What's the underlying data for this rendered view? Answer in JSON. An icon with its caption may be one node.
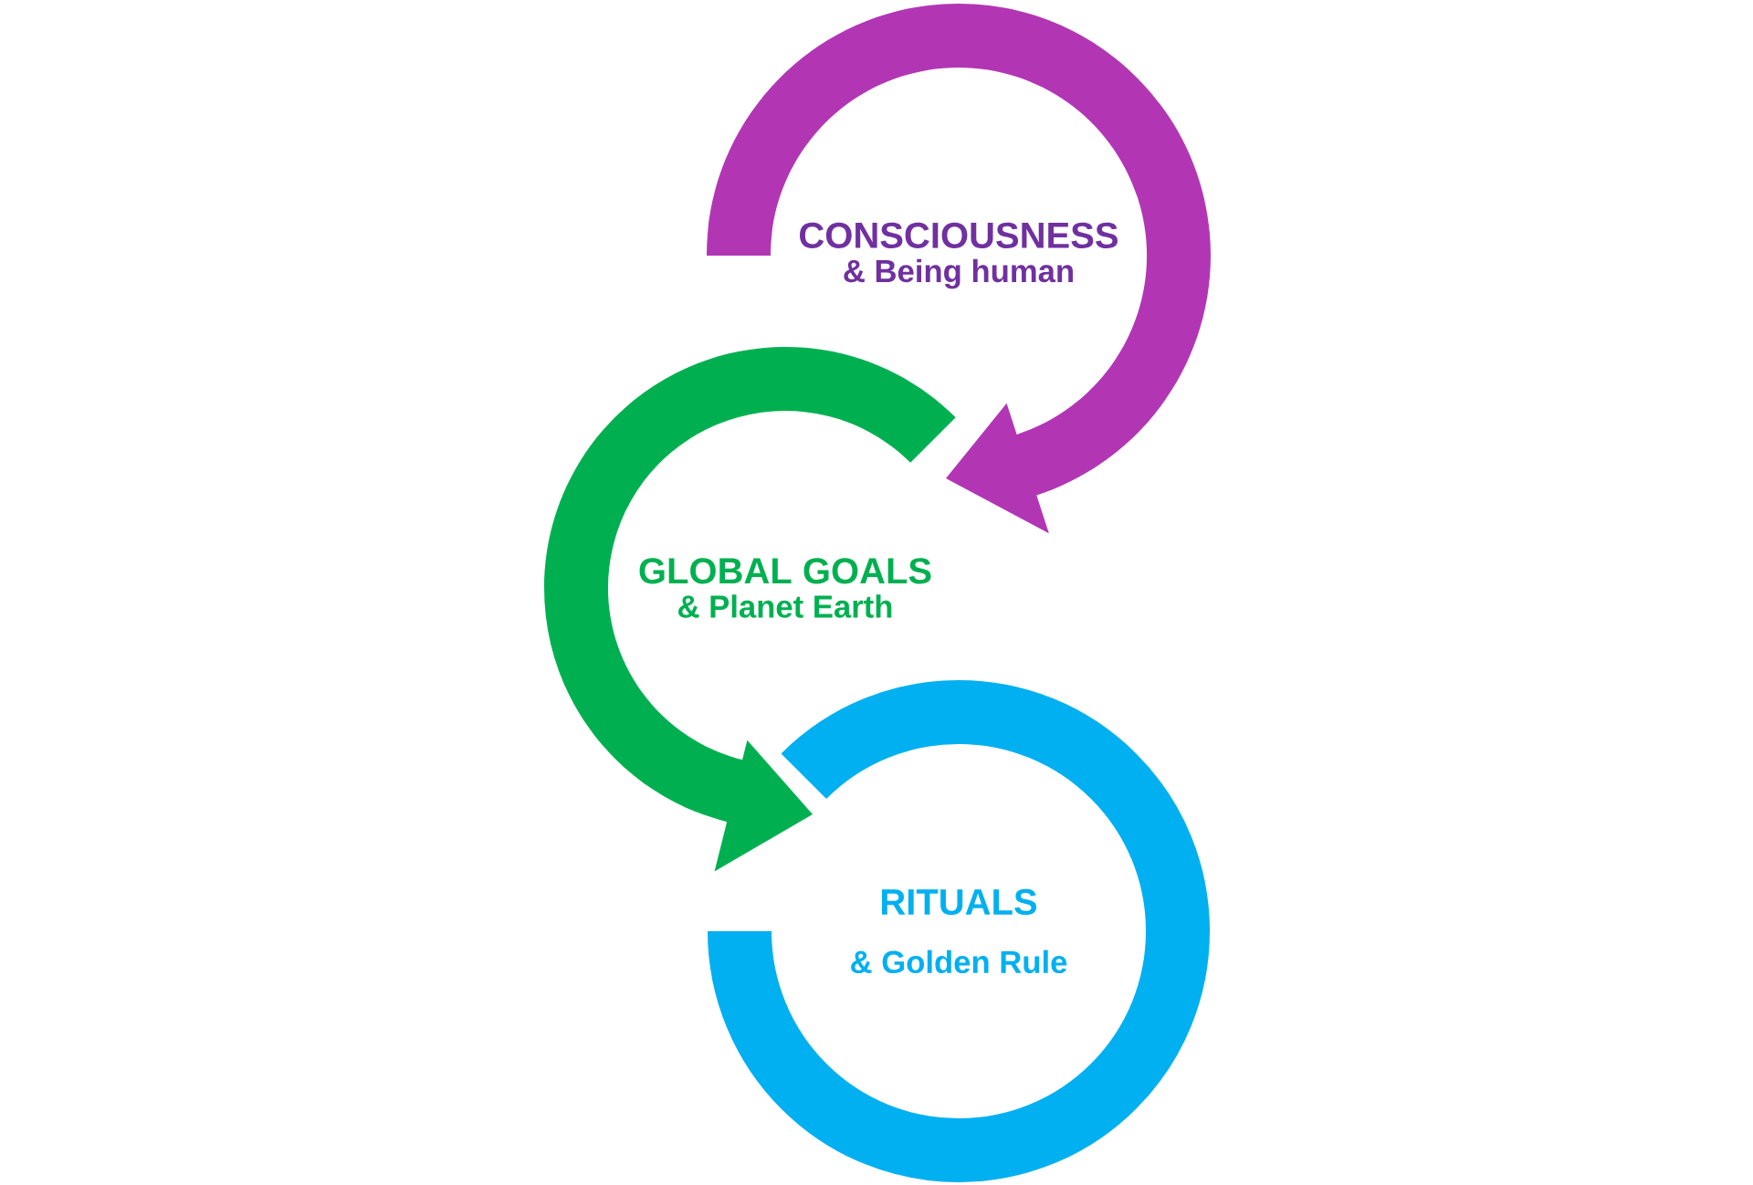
{
  "diagram": {
    "nodes": [
      {
        "text": [
          "CONSCIOUSNESS",
          "& Being human"
        ]
      },
      {
        "text": [
          "GLOBAL GOALS",
          "& Planet Earth"
        ]
      },
      {
        "text": [
          "RITUALS",
          "& Golden Rule"
        ]
      }
    ],
    "edges": [
      {
        "from": 0,
        "to": 1,
        "arrow": "to",
        "color": "#b236b4"
      },
      {
        "from": 1,
        "to": 2,
        "arrow": "to",
        "color": "#00b050"
      }
    ]
  }
}
